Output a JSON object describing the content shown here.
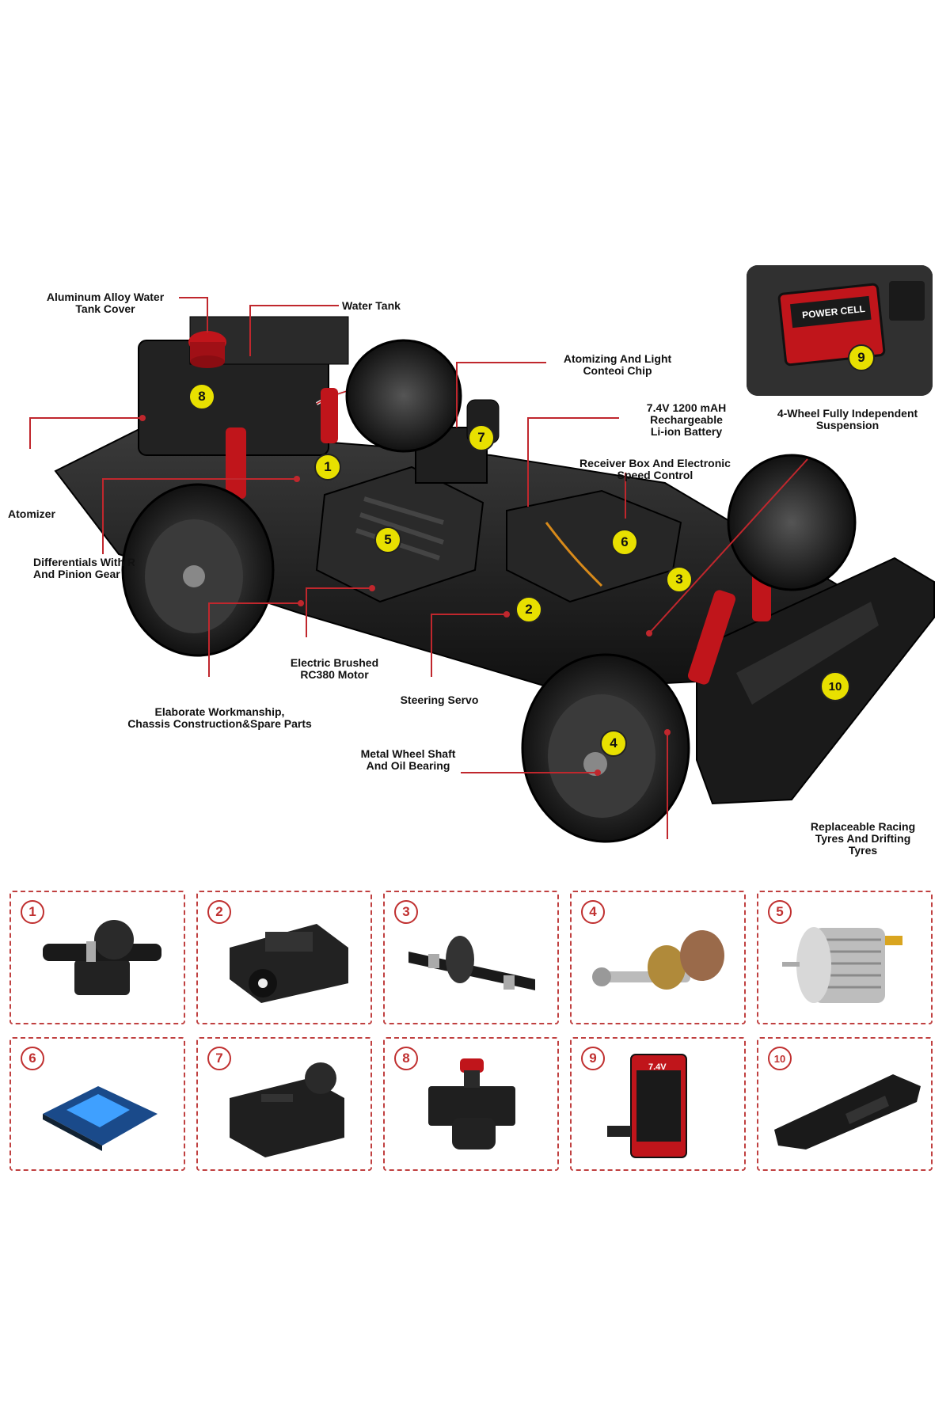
{
  "labels": {
    "aluminum_cover": "Aluminum Alloy Water\nTank Cover",
    "water_tank": "Water Tank",
    "atomizing_chip": "Atomizing And Light\nConteoi Chip",
    "battery": "7.4V 1200 mAH\nRechargeable\nLi-ion Battery",
    "suspension": "4-Wheel Fully Independent\nSuspension",
    "receiver": "Receiver Box And Electronic\nSpeed Control",
    "atomizer": "Atomizer",
    "differentials": "Differentials With R\nAnd Pinion Gear",
    "motor": "Electric Brushed\nRC380 Motor",
    "workmanship": "Elaborate Workmanship,\nChassis Construction&Spare Parts",
    "steering": "Steering Servo",
    "wheel_shaft": "Metal Wheel Shaft\nAnd Oil Bearing",
    "tyres": "Replaceable Racing\nTyres And Drifting\nTyres"
  },
  "callouts": [
    "1",
    "2",
    "3",
    "4",
    "5",
    "6",
    "7",
    "8",
    "9",
    "10"
  ],
  "battery_text": {
    "voltage": "7.4V",
    "capacity": "1200MAH",
    "brand": "POWER CELL",
    "type": "Li-ion Battery"
  },
  "tiles": [
    {
      "num": "1",
      "icon": "differential-icon"
    },
    {
      "num": "2",
      "icon": "steering-servo-icon"
    },
    {
      "num": "3",
      "icon": "drive-shaft-icon"
    },
    {
      "num": "4",
      "icon": "wheel-shaft-icon"
    },
    {
      "num": "5",
      "icon": "brushed-motor-icon"
    },
    {
      "num": "6",
      "icon": "chip-icon"
    },
    {
      "num": "7",
      "icon": "receiver-box-icon"
    },
    {
      "num": "8",
      "icon": "water-tank-icon"
    },
    {
      "num": "9",
      "icon": "battery-icon"
    },
    {
      "num": "10",
      "icon": "bumper-icon"
    }
  ],
  "colors": {
    "leader": "#c0272d",
    "callout": "#e8e000",
    "tile_border": "#c04040",
    "chassis": "#1c1c1c",
    "shock": "#c0151b"
  }
}
